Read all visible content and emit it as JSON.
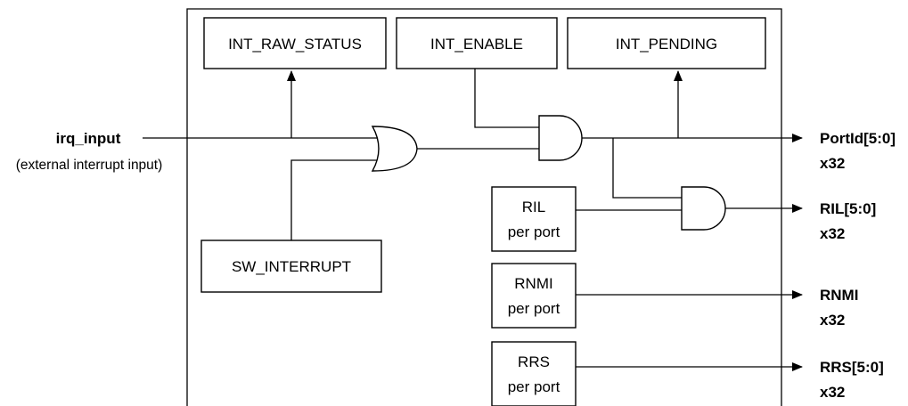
{
  "diagram": {
    "registers": {
      "int_raw_status": "INT_RAW_STATUS",
      "int_enable": "INT_ENABLE",
      "int_pending": "INT_PENDING",
      "sw_interrupt": "SW_INTERRUPT"
    },
    "per_port_blocks": {
      "ril": {
        "name": "RIL",
        "sub": "per port"
      },
      "rnmi": {
        "name": "RNMI",
        "sub": "per port"
      },
      "rrs": {
        "name": "RRS",
        "sub": "per port"
      }
    },
    "input": {
      "name": "irq_input",
      "description": "(external interrupt input)"
    },
    "outputs": [
      {
        "name": "PortId[5:0]",
        "count": "x32"
      },
      {
        "name": "RIL[5:0]",
        "count": "x32"
      },
      {
        "name": "RNMI",
        "count": "x32"
      },
      {
        "name": "RRS[5:0]",
        "count": "x32"
      }
    ],
    "gates": [
      "OR",
      "AND",
      "AND"
    ]
  }
}
